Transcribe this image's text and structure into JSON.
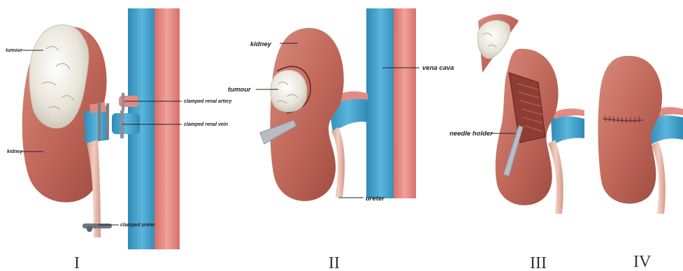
{
  "panels": [
    {
      "numeral": "I"
    },
    {
      "numeral": "II"
    },
    {
      "numeral": "III"
    },
    {
      "numeral": "IV"
    }
  ],
  "labels": {
    "p1_tumour": "tumour",
    "p1_kidney": "kidney",
    "p1_artery": "clamped renal artery",
    "p1_vein": "clamped renal vein",
    "p1_ureter": "clamped ureter",
    "p2_kidney": "kidney",
    "p2_tumour": "tumour",
    "p2_vena_cava": "vena cava",
    "p2_ureter": "ureter",
    "p3_needle_holder": "needle holder"
  },
  "colors": {
    "kidney": "#c0685a",
    "kidney_dark": "#9d4a3f",
    "tumour": "#ece8de",
    "vein": "#3a9cc8",
    "artery": "#e0827c",
    "ureter": "#e4b4a4"
  }
}
